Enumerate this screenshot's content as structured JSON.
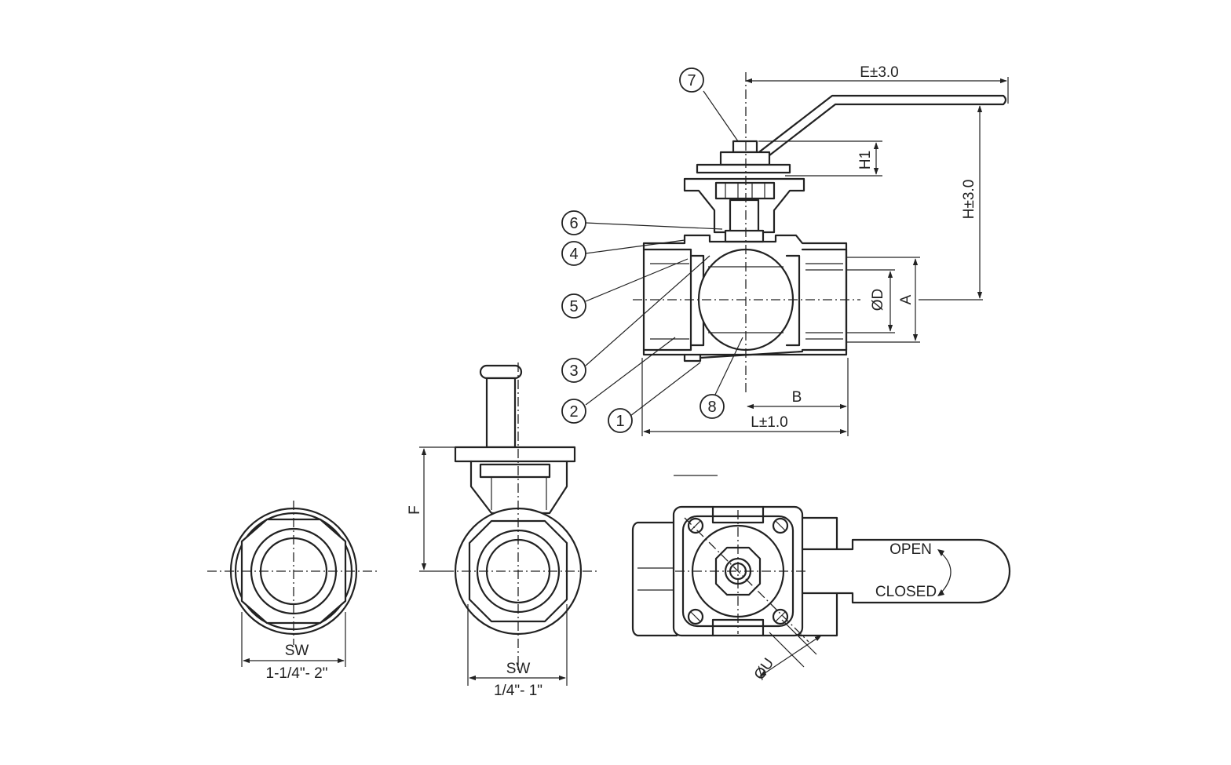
{
  "callouts": [
    "1",
    "2",
    "3",
    "4",
    "5",
    "6",
    "7",
    "8"
  ],
  "dimensions": {
    "E": "E±3.0",
    "H1": "H1",
    "H": "H±3.0",
    "D": "ØD",
    "A": "A",
    "B": "B",
    "L": "L±1.0",
    "F": "F",
    "SW_left": "SW",
    "size_left": "1-1/4\"- 2\"",
    "SW_center": "SW",
    "size_center": "1/4\"- 1\"",
    "U": "ØU"
  },
  "handle_labels": {
    "open": "OPEN",
    "closed": "CLOSED"
  }
}
